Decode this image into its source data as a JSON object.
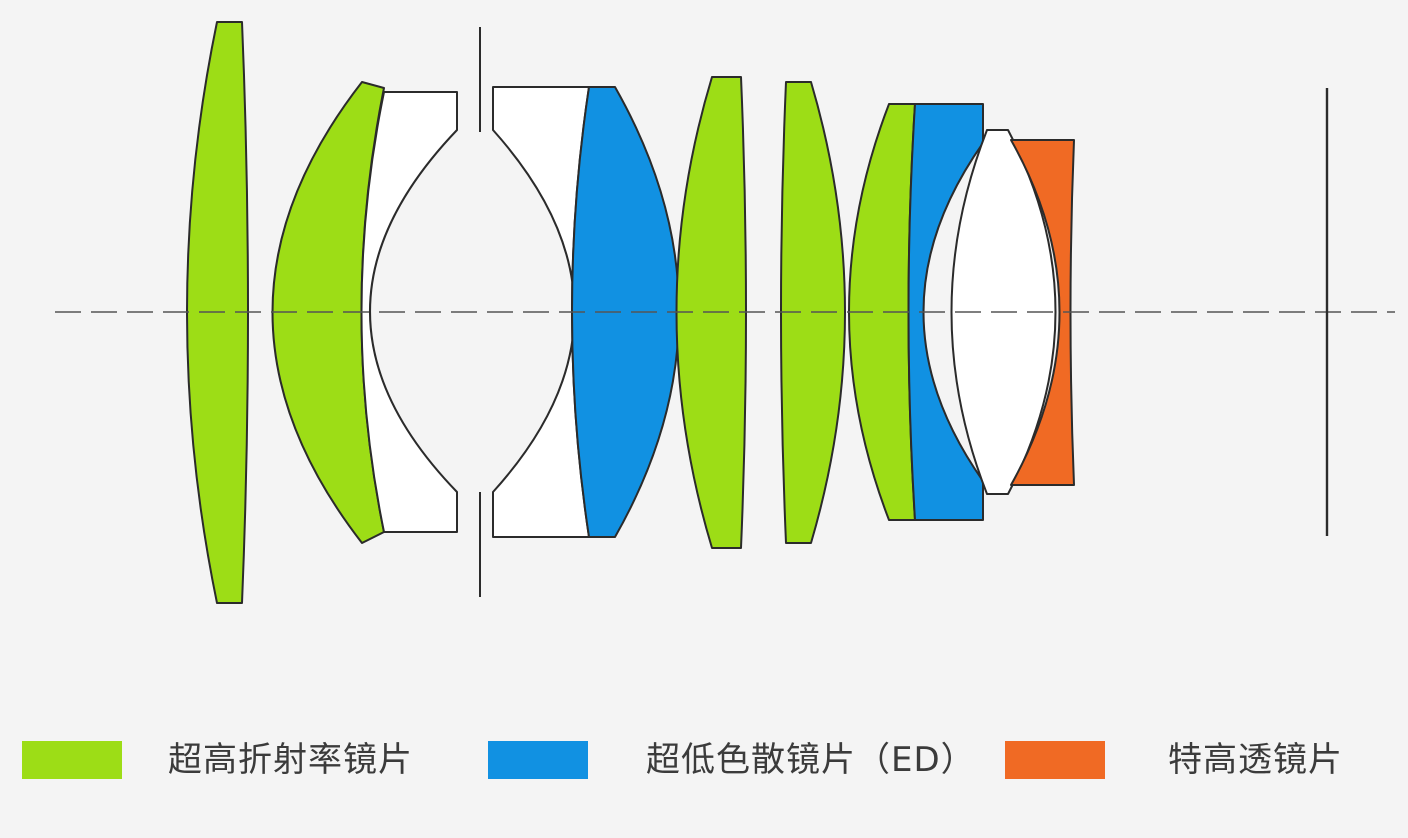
{
  "colors": {
    "background": "#f4f4f4",
    "high_refractive": "#9ddd16",
    "ed": "#1191e2",
    "high_transmission": "#f06a24",
    "plain": "#ffffff",
    "line": "#2b2b2b"
  },
  "diagram": {
    "lenses": [
      {
        "id": "L1",
        "type": "high_refractive"
      },
      {
        "id": "L2",
        "type": "high_refractive"
      },
      {
        "id": "L3",
        "type": "plain"
      },
      {
        "id": "L4",
        "type": "plain"
      },
      {
        "id": "L5",
        "type": "ed"
      },
      {
        "id": "L6",
        "type": "high_refractive"
      },
      {
        "id": "L7",
        "type": "high_refractive"
      },
      {
        "id": "L8",
        "type": "high_refractive"
      },
      {
        "id": "L9",
        "type": "ed"
      },
      {
        "id": "L10",
        "type": "plain"
      },
      {
        "id": "L11",
        "type": "high_transmission"
      }
    ]
  },
  "legend": {
    "items": [
      {
        "label": "超高折射率镜片",
        "color": "#9ddd16"
      },
      {
        "label": "超低色散镜片（ED）",
        "color": "#1191e2"
      },
      {
        "label": "特高透镜片",
        "color": "#f06a24"
      }
    ]
  }
}
